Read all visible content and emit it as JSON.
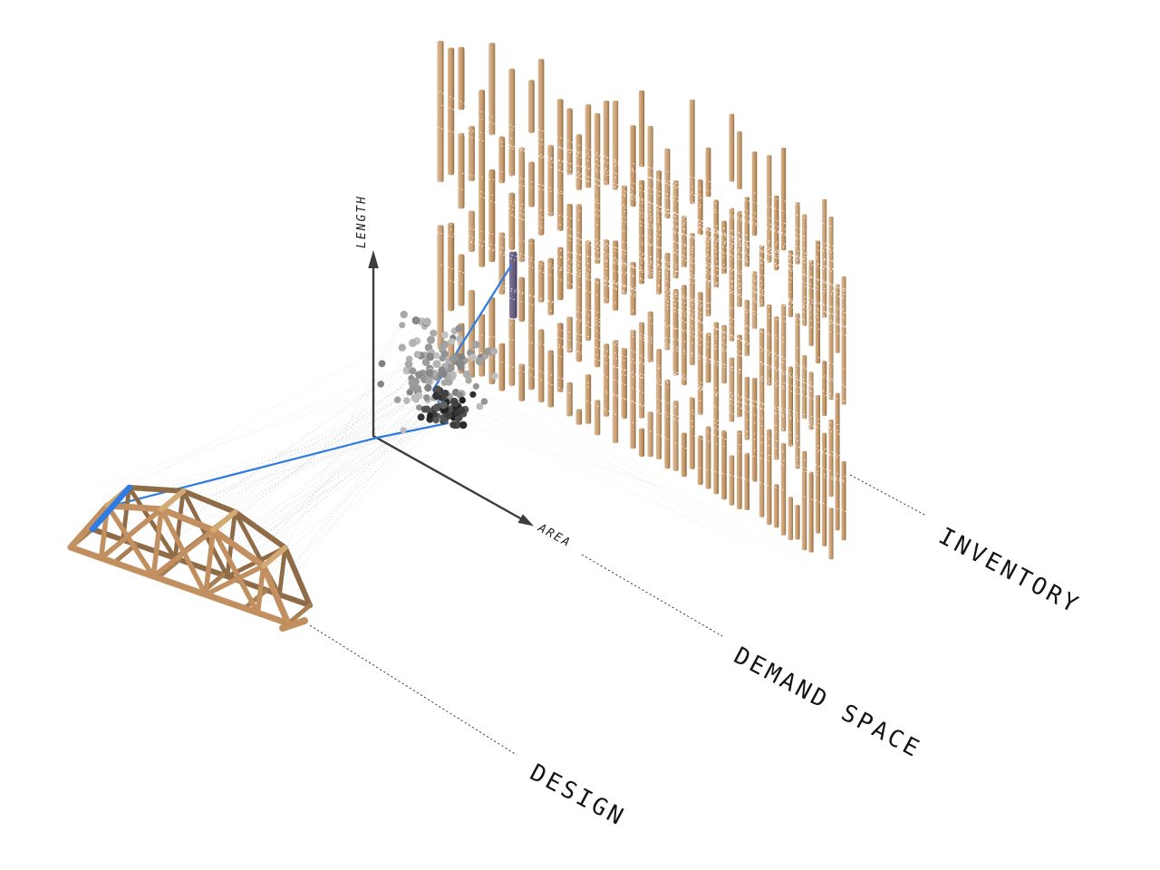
{
  "figure": {
    "labels": {
      "design": "DESIGN",
      "demand_space": "DEMAND SPACE",
      "inventory": "INVENTORY"
    },
    "axes": {
      "vertical": "LENGTH",
      "horizontal": "AREA"
    },
    "colors": {
      "background": "#ffffff",
      "wood_light": "#dab389",
      "wood_mid": "#c2946a",
      "wood_dark": "#8a6336",
      "bridge_front": "#c29060",
      "bridge_back": "#8f6b47",
      "bridge_top": "#d2a873",
      "bridge_deck": "#a97f52",
      "highlight_blue": "#2e7ce2",
      "highlight_purple": "#6f6585",
      "axis": "#3c3c3c",
      "label": "#141414",
      "dot_dark": "#262626",
      "dot_light": "#b4b4b4",
      "web_line": "#c6c6c6",
      "wall_line": "#ffffff",
      "leader": "#2a2a2a"
    },
    "scene": {
      "inventory_columns": 49,
      "inventory_seed": 12,
      "demand_dots": 175,
      "demand_seed": 5,
      "fan_lines": 46,
      "wall_lines": 72,
      "lines_seed": 9
    }
  }
}
